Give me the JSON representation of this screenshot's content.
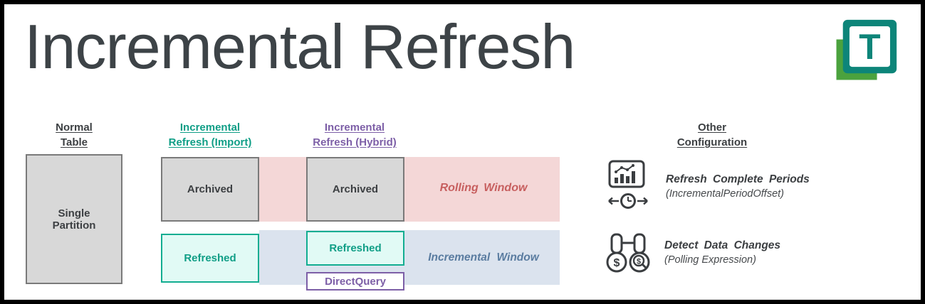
{
  "title": "Incremental Refresh",
  "logo": {
    "letter": "T"
  },
  "headers": {
    "normal": [
      "Normal",
      "Table"
    ],
    "import": [
      "Incremental",
      "Refresh (Import)"
    ],
    "hybrid": [
      "Incremental",
      "Refresh (Hybrid)"
    ],
    "other": [
      "Other",
      "Configuration"
    ]
  },
  "boxes": {
    "single_partition": "Single Partition",
    "import_archived": "Archived",
    "import_refreshed": "Refreshed",
    "hybrid_archived": "Archived",
    "hybrid_refreshed": "Refreshed",
    "hybrid_directquery": "DirectQuery"
  },
  "bands": {
    "rolling": "Rolling Window",
    "incremental": "Incremental Window"
  },
  "other_config": {
    "items": [
      {
        "icon": "chart-clock-offset-icon",
        "title": "Refresh Complete Periods",
        "subtitle": "(IncrementalPeriodOffset)"
      },
      {
        "icon": "binoculars-detect-icon",
        "title": "Detect Data Changes",
        "subtitle": "(Polling Expression)"
      }
    ]
  },
  "colors": {
    "border_black": "#000000",
    "text_dark": "#3d4043",
    "teal": "#0f9e86",
    "teal_border": "#12ad91",
    "teal_fill": "#e1faf5",
    "purple": "#7d5fa7",
    "gray_fill": "#d8d8d8",
    "gray_border": "#7a7a7a",
    "rolling_pink": "#f4d7d7",
    "rolling_text": "#c75f5f",
    "incremental_blue": "#dbe3ee",
    "incremental_text": "#5a7ca0",
    "logo_teal": "#0d8579",
    "logo_green": "#4ba23e"
  }
}
